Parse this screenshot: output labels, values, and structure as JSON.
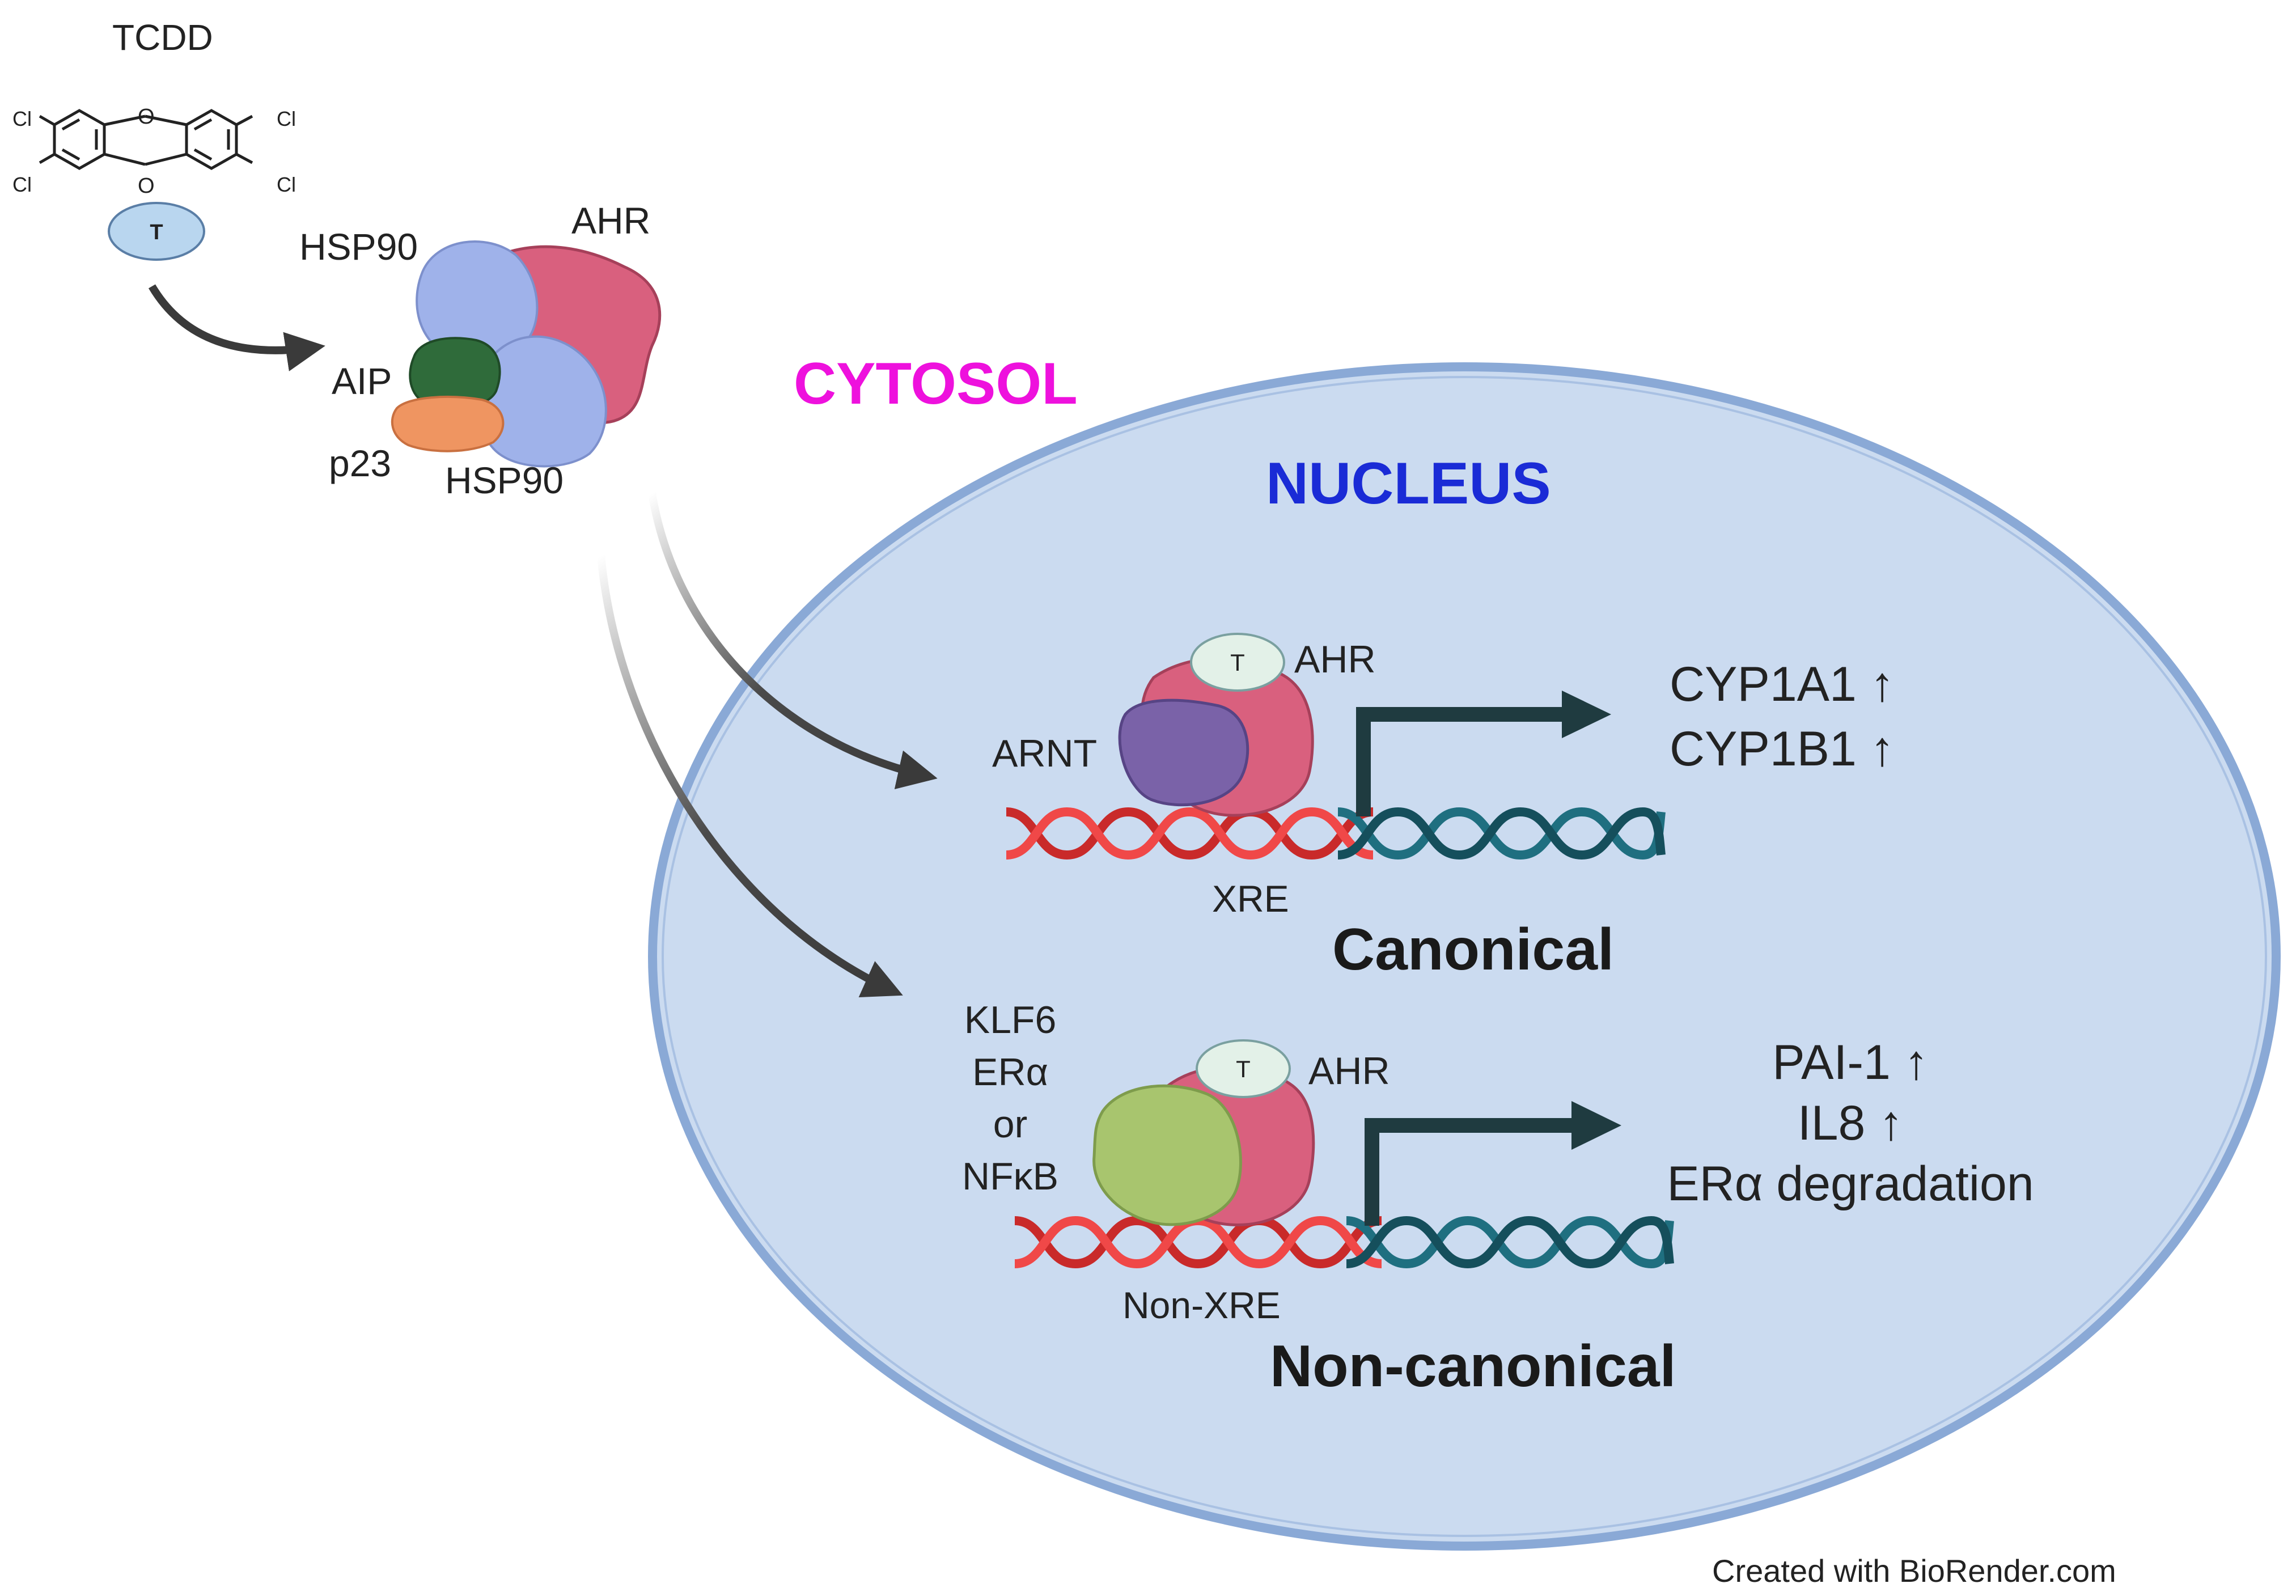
{
  "tcdd": {
    "label": "TCDD",
    "cl_labels": [
      "Cl",
      "Cl",
      "Cl",
      "Cl"
    ],
    "o_labels": [
      "O",
      "O"
    ],
    "ligand": "T"
  },
  "complex": {
    "hsp90_top": "HSP90",
    "ahr": "AHR",
    "aip": "AIP",
    "p23": "p23",
    "hsp90_bottom": "HSP90"
  },
  "compartments": {
    "cytosol": "CYTOSOL",
    "nucleus": "NUCLEUS"
  },
  "canonical": {
    "ligand": "T",
    "ahr": "AHR",
    "partner": "ARNT",
    "element": "XRE",
    "title": "Canonical",
    "targets": [
      "CYP1A1 ↑",
      "CYP1B1 ↑"
    ]
  },
  "noncanonical": {
    "ligand": "T",
    "ahr": "AHR",
    "partners": [
      "KLF6",
      "ERα",
      "or",
      "NFκB"
    ],
    "element": "Non-XRE",
    "title": "Non-canonical",
    "targets": [
      "PAI-1 ↑",
      "IL8 ↑",
      "ERα degradation"
    ]
  },
  "credit": "Created with BioRender.com",
  "colors": {
    "cytosol": "#ee11dd",
    "nucleus_text": "#1a2bd6",
    "nucleus_fill": "#cbdbf0",
    "nucleus_stroke": "#8aa9d6",
    "hsp90": "#9fb2ea",
    "ahr": "#d9607e",
    "aip": "#2f6b3a",
    "p23": "#ef9561",
    "arnt": "#7a62a8",
    "partner": "#a8c56e",
    "ligand": "#b9d6ef",
    "dna_red": "#e23b3b",
    "dna_teal": "#1f6f80",
    "arrow": "#1f3b40"
  }
}
